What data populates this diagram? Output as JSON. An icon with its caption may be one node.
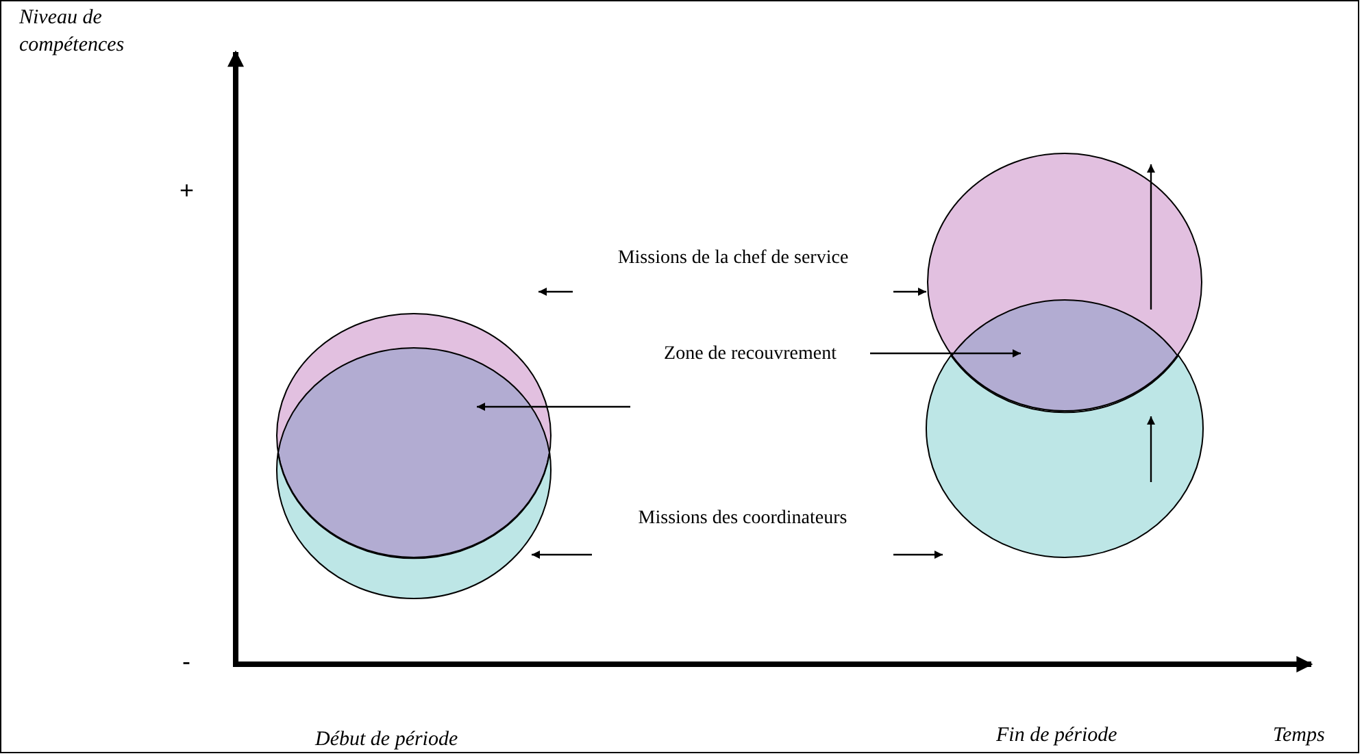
{
  "diagram": {
    "nodes": [
      {
        "text": [
          "Missions de la chef de service"
        ]
      },
      {
        "text": [
          "Zone de recouvrement"
        ]
      },
      {
        "text": [
          "Missions des coordinateurs"
        ]
      },
      {
        "text": [],
        "shape": "circle"
      },
      {
        "text": [],
        "shape": "circle"
      },
      {
        "text": [],
        "shape": "lens",
        "in": 3
      },
      {
        "text": [],
        "shape": "circle"
      },
      {
        "text": [],
        "shape": "circle"
      },
      {
        "text": [],
        "shape": "lens",
        "in": 6
      }
    ],
    "edges": [
      {
        "from": 0,
        "to": 3,
        "arrow": "to"
      },
      {
        "from": 0,
        "to": 6,
        "arrow": "to"
      },
      {
        "from": 1,
        "to": 5,
        "arrow": "to"
      },
      {
        "from": 1,
        "to": 8,
        "arrow": "to"
      },
      {
        "from": 2,
        "to": 4,
        "arrow": "to"
      },
      {
        "from": 2,
        "to": 7,
        "arrow": "to"
      }
    ],
    "labels": [
      "Niveau de compétences",
      "+",
      "-",
      "Début de période",
      "Fin de période",
      "Temps"
    ]
  }
}
